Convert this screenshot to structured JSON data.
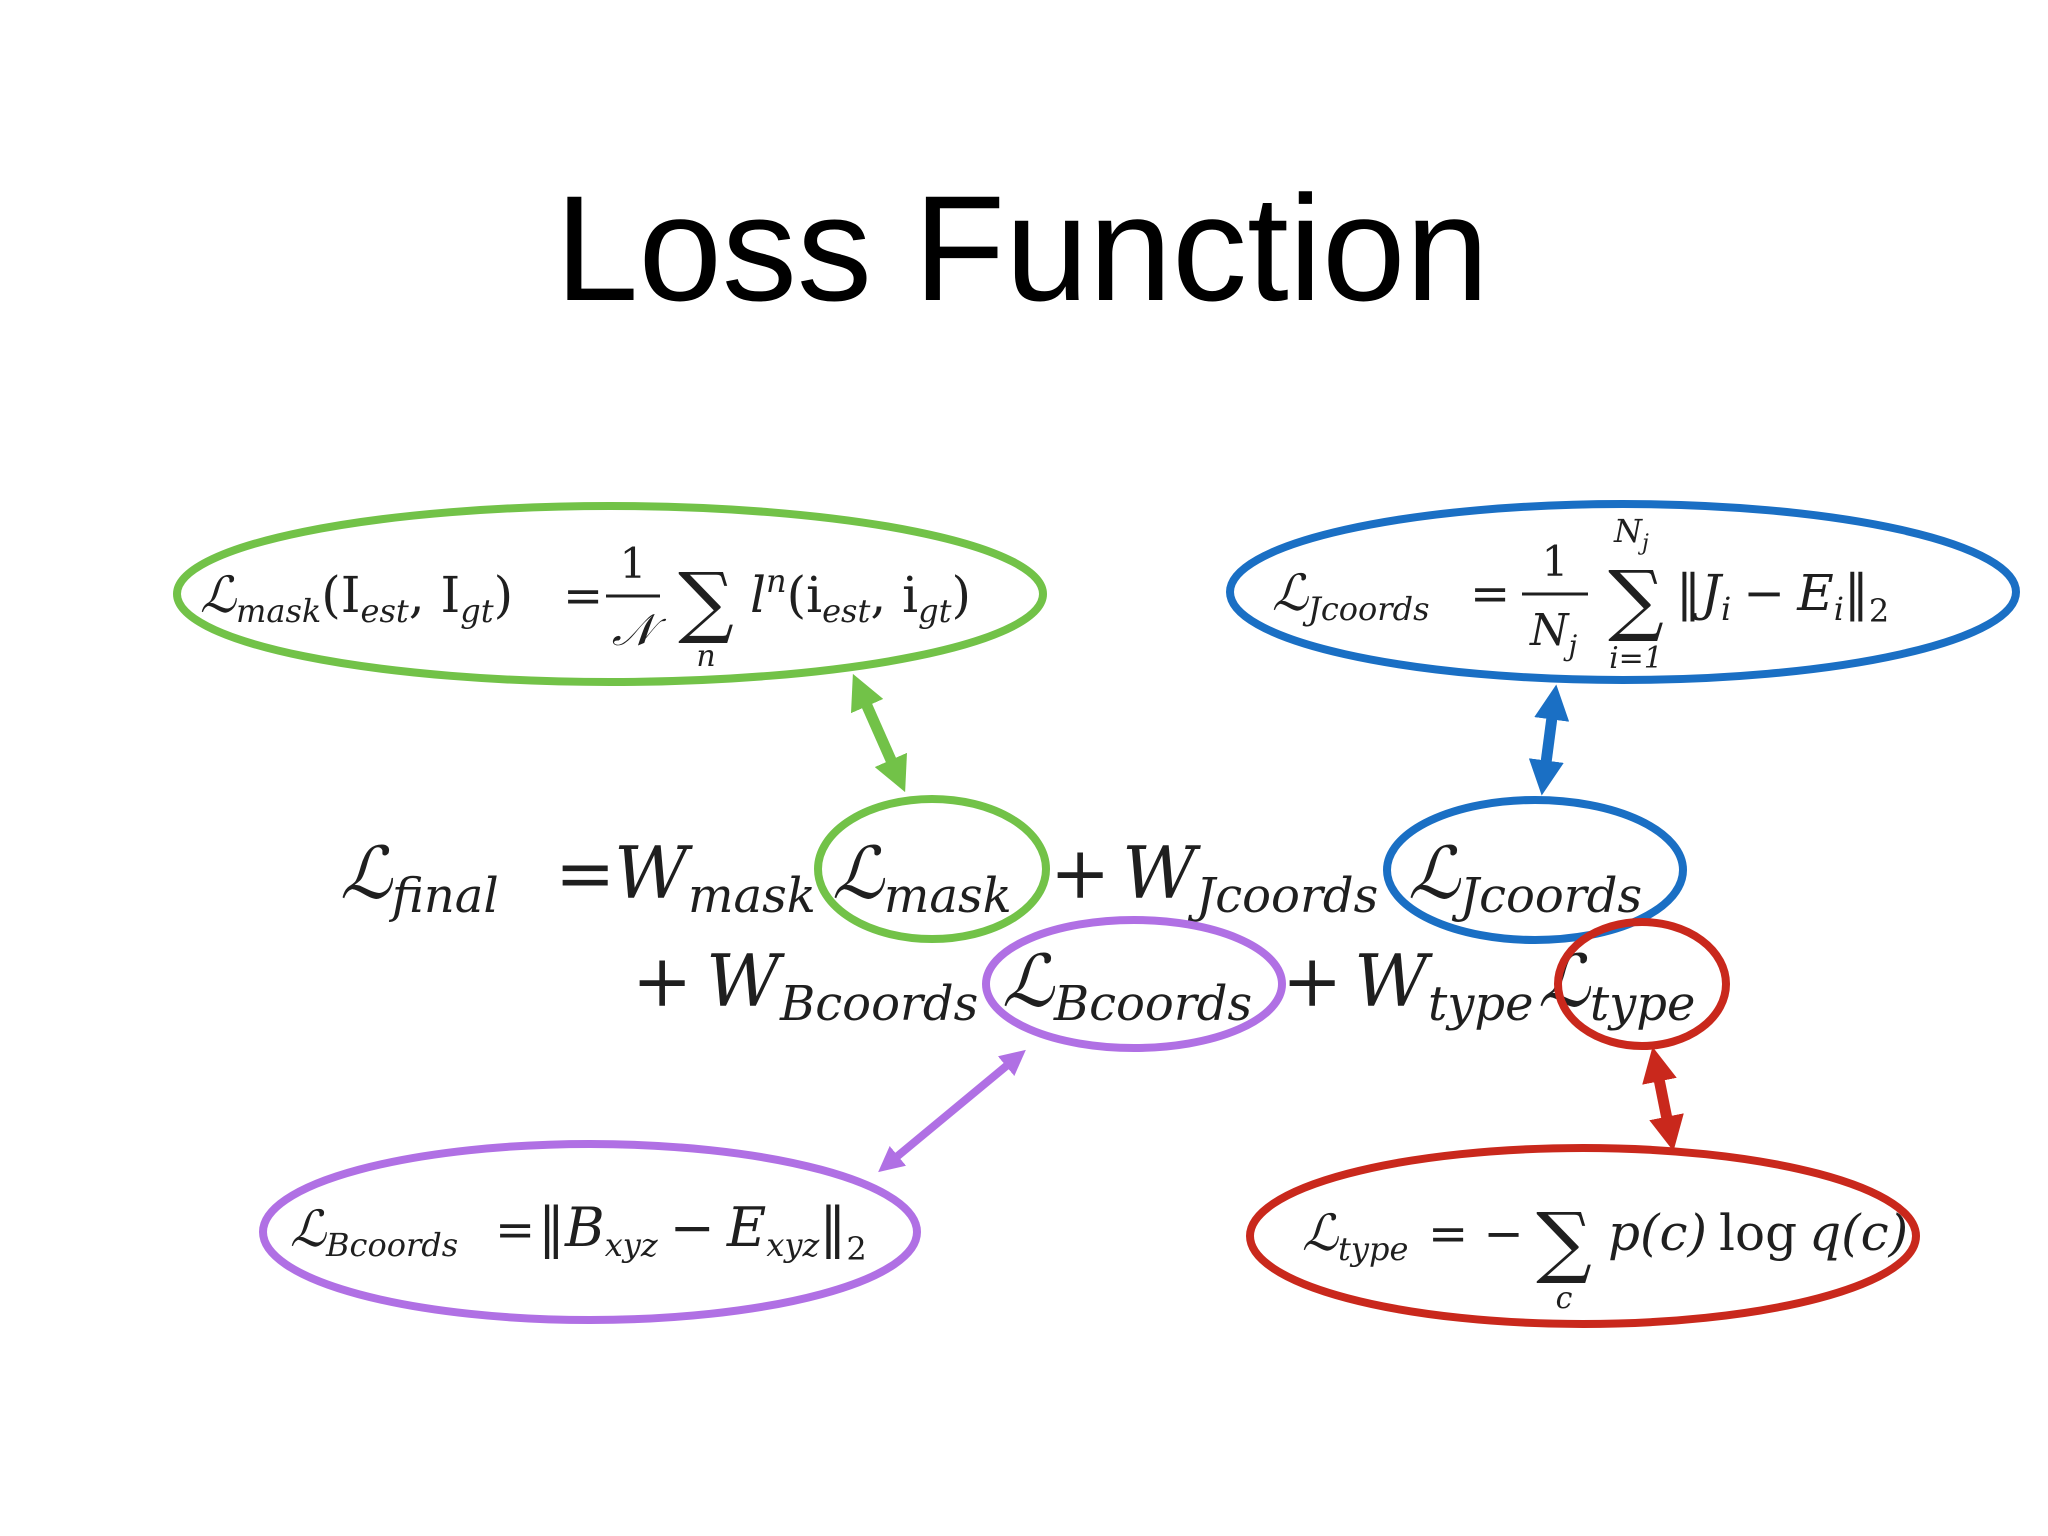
{
  "slide": {
    "title": "Loss Function"
  },
  "colors": {
    "mask": "#72c248",
    "jcoords": "#1a6fc4",
    "bcoords": "#b070e4",
    "type": "#c9281c",
    "text": "#1f1f1f"
  },
  "main_equation": {
    "lhs_symbol": "ℒ",
    "lhs_sub": "final",
    "eq": "=",
    "w_mask": "W",
    "w_mask_sub": "mask",
    "l_mask": "ℒ",
    "l_mask_sub": "mask",
    "plus1": "+",
    "w_jcoords": "W",
    "w_jcoords_sub": "Jcoords",
    "l_jcoords": "ℒ",
    "l_jcoords_sub": "Jcoords",
    "plus2": "+",
    "w_bcoords": "W",
    "w_bcoords_sub": "Bcoords",
    "l_bcoords": "ℒ",
    "l_bcoords_sub": "Bcoords",
    "plus3": "+",
    "w_type": "W",
    "w_type_sub": "type",
    "l_type": "ℒ",
    "l_type_sub": "type"
  },
  "mask_formula": {
    "symbol": "ℒ",
    "sub": "mask",
    "args": "(I",
    "arg1_sub": "est",
    "comma": ", I",
    "arg2_sub": "gt",
    "close": ")",
    "eq": "=",
    "numerator": "1",
    "denominator": "𝒩",
    "sum": "∑",
    "sum_index": "n",
    "term": "l",
    "term_sup": "n",
    "term_args": "(i",
    "term_arg1_sub": "est",
    "term_comma": ", i",
    "term_arg2_sub": "gt",
    "term_close": ")"
  },
  "jcoords_formula": {
    "symbol": "ℒ",
    "sub": "Jcoords",
    "eq": "=",
    "numerator": "1",
    "denominator": "N",
    "denominator_sub": "j",
    "sum": "∑",
    "sum_upper": "N",
    "sum_upper_sub": "j",
    "sum_lower": "i=1",
    "norm_open": "‖J",
    "j_sub": "i",
    "minus": "−",
    "e": "E",
    "e_sub": "i",
    "norm_close": "‖",
    "norm_sub": "2"
  },
  "bcoords_formula": {
    "symbol": "ℒ",
    "sub": "Bcoords",
    "eq": "=",
    "norm_open": "‖B",
    "b_sub": "xyz",
    "minus": "−",
    "e": "E",
    "e_sub": "xyz",
    "norm_close": "‖",
    "norm_sub": "2"
  },
  "type_formula": {
    "symbol": "ℒ",
    "sub": "type",
    "eq": "= −",
    "sum": "∑",
    "sum_index": "c",
    "p": "p(c)",
    "log": "log",
    "q": "q(c)"
  }
}
